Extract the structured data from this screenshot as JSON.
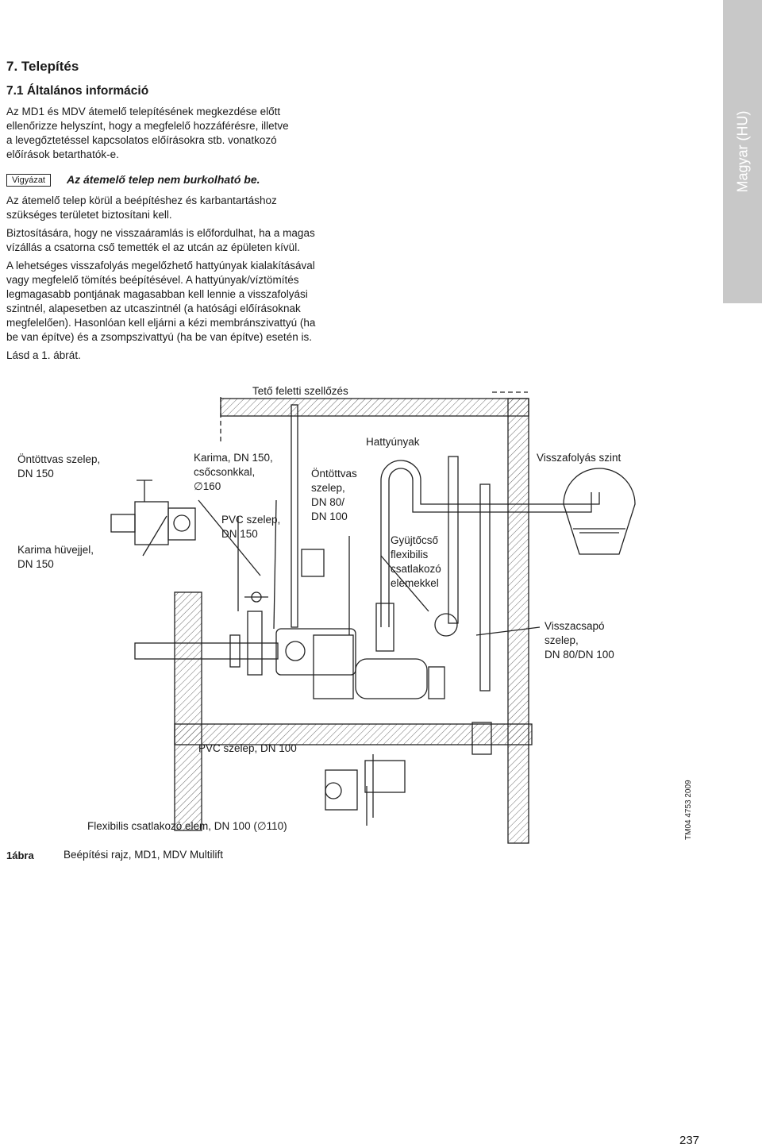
{
  "side_tab": "Magyar (HU)",
  "section_title": "7. Telepítés",
  "subsection_title": "7.1 Általános információ",
  "intro_lines": [
    "Az MD1 és MDV átemelő telepítésének megkezdése előtt",
    "ellenőrizze helyszínt, hogy a megfelelő hozzáférésre, illetve",
    "a levegőztetéssel kapcsolatos előírásokra stb. vonatkozó",
    "előírások betarthatók-e."
  ],
  "warning": {
    "label": "Vigyázat",
    "text": "Az átemelő telep nem burkolható be."
  },
  "paragraphs": [
    [
      "Az átemelő telep körül a beépítéshez és karbantartáshoz",
      "szükséges területet biztosítani kell."
    ],
    [
      "Biztosítására, hogy ne visszaáramlás is előfordulhat, ha a magas",
      "vízállás a csatorna cső temették el az utcán az épületen kívül."
    ],
    [
      "A lehetséges visszafolyás megelőzhető hattyúnyak kialakításával",
      "vagy megfelelő tömítés beépítésével. A hattyúnyak/víztömítés",
      "legmagasabb pontjának magasabban kell lennie a visszafolyási",
      "szintnél, alapesetben az utcaszintnél (a hatósági előírásoknak",
      "megfelelően). Hasonlóan kell eljárni a kézi membránszivattyú (ha",
      "be van építve) és a zsompszivattyú (ha be van építve) esetén is."
    ],
    [
      "Lásd a 1. ábrát."
    ]
  ],
  "diagram": {
    "roof_vent": "Tető feletti szellőzés",
    "gooseneck": "Hattyúnyak",
    "backflow_level": "Visszafolyás szint",
    "cast_valve_150": [
      "Öntöttvas szelep,",
      "DN 150"
    ],
    "flange_sleeve": [
      "Karima hüvejjel,",
      "DN 150"
    ],
    "flange_spigot": [
      "Karima, DN 150,",
      "csőcsonkkal,",
      "∅160"
    ],
    "pvc_valve_150": [
      "PVC szelep,",
      "DN 150"
    ],
    "cast_valve_80": [
      "Öntöttvas",
      "szelep,",
      "DN 80/",
      "DN 100"
    ],
    "collector": [
      "Gyüjtőcső",
      "flexibilis",
      "csatlakozó",
      "elemekkel"
    ],
    "check_valve": [
      "Visszacsapó",
      "szelep,",
      "DN 80/DN 100"
    ],
    "pvc_valve_100": "PVC szelep, DN 100",
    "flexible_joint": "Flexibilis csatlakozó elem, DN 100 (∅110)",
    "drawing_code": "TM04 4753 2009"
  },
  "caption": {
    "number": "1ábra",
    "text": "Beépítési rajz, MD1, MDV Multilift"
  },
  "page_number": "237"
}
